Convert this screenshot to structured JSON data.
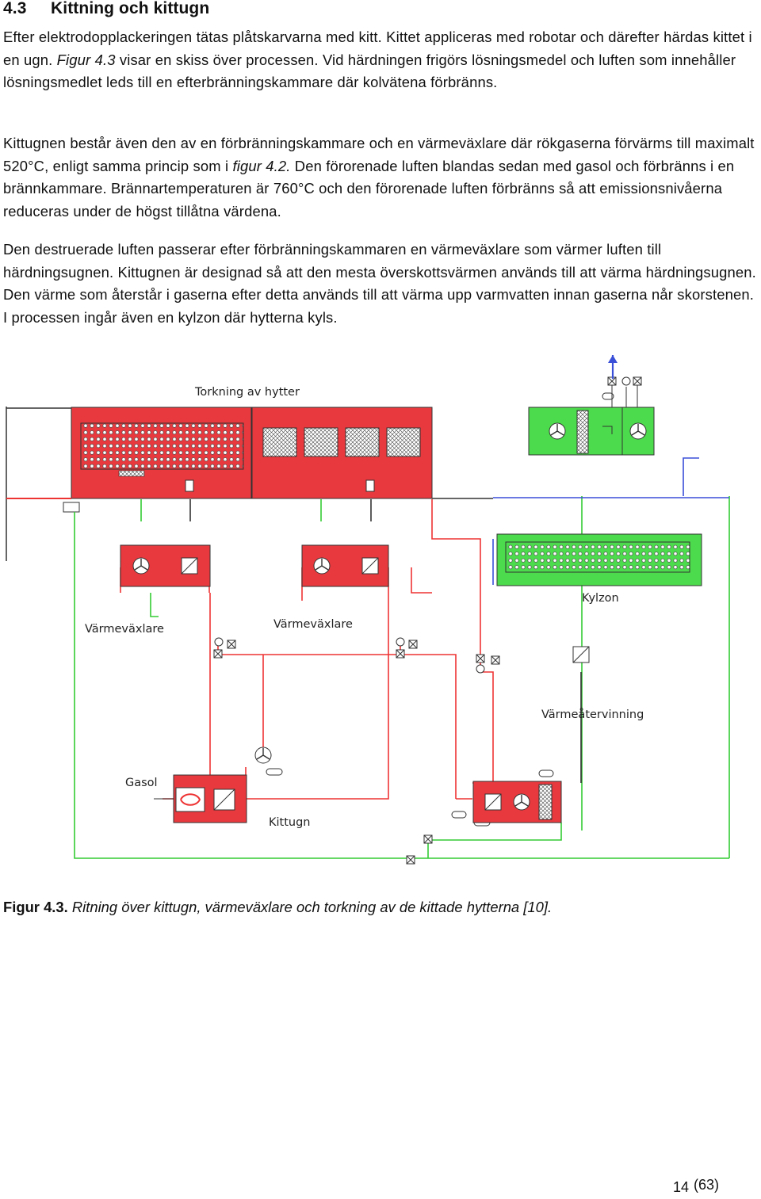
{
  "section": {
    "number": "4.3",
    "title": "Kittning och kittugn"
  },
  "paragraphs": [
    {
      "runs": [
        {
          "text": "Efter elektrodopplackeringen tätas plåtskarvarna med kitt. Kittet appliceras med robotar och därefter härdas kittet i en ugn. "
        },
        {
          "text": "Figur 4.3",
          "italic": true
        },
        {
          "text": " visar en skiss över processen. Vid härdningen frigörs lösningsmedel och luften som innehåller lösningsmedlet leds till en efterbränningskammare där kolvätena förbränns."
        }
      ]
    },
    {
      "runs": [
        {
          "text": "Kittugnen består även den av en förbränningskammare och en värmeväxlare där rökgaserna förvärms till maximalt 520°C, enligt samma princip som i "
        },
        {
          "text": "figur 4.2.",
          "italic": true
        },
        {
          "text": " Den förorenade luften blandas sedan med gasol och förbränns i en brännkammare. Brännartemperaturen är 760°C och den förorenade luften förbränns så att emissionsnivåerna reduceras under de högst tillåtna värdena."
        }
      ]
    },
    {
      "runs": [
        {
          "text": "Den destruerade luften passerar efter förbränningskammaren en värmeväxlare som värmer luften till härdningsugnen. Kittugnen är designad så att den mesta överskottsvärmen används till att värma härdningsugnen. Den värme som återstår i gaserna efter detta används till att värma upp varmvatten innan gaserna når skorstenen. I processen ingår även en kylzon där hytterna kyls."
        }
      ]
    }
  ],
  "diagram": {
    "labels": {
      "drying": "Torkning av hytter",
      "hx_left": "Värmeväxlare",
      "hx_mid": "Värmeväxlare",
      "cooling": "Kylzon",
      "heat_recovery": "Värmeåtervinning",
      "gas": "Gasol",
      "oven": "Kittugn"
    },
    "colors": {
      "red": "#e8393e",
      "green": "#4cdb4c",
      "blue": "#3a4fd8",
      "pipe_red": "#e33",
      "pipe_green": "#3c3"
    }
  },
  "caption": {
    "label": "Figur 4.3.",
    "text": "Ritning över kittugn, värmeväxlare och torkning av de kittade hytterna [10]."
  },
  "page": {
    "number": "14",
    "total": "(63)"
  }
}
